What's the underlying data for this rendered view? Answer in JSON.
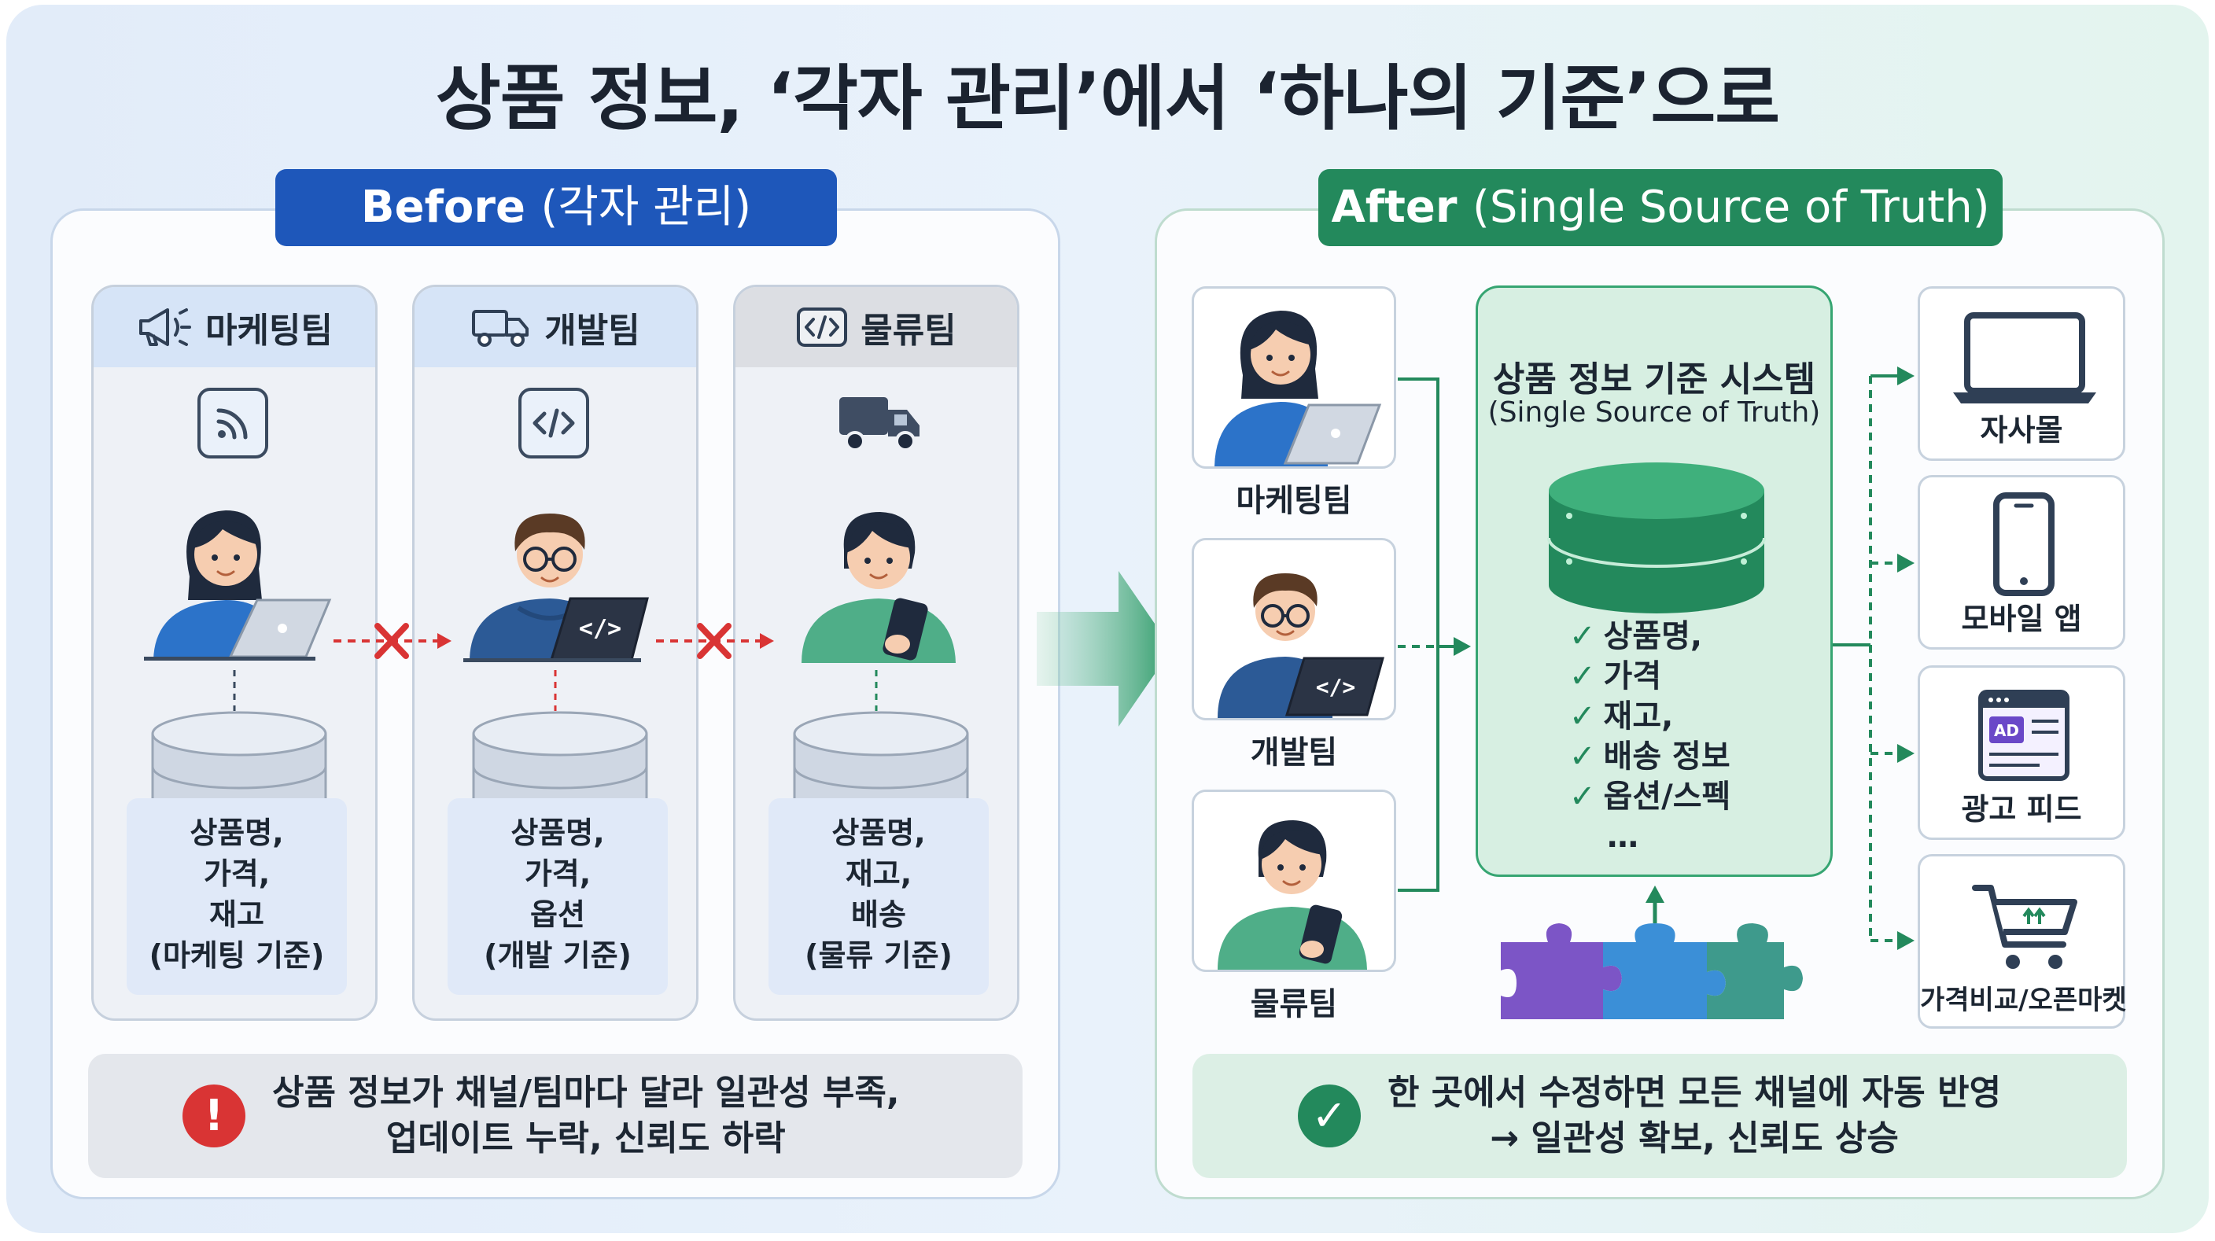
{
  "title": "상품 정보, ‘각자 관리’에서 ‘하나의 기준’으로",
  "before": {
    "pill_label": "Before",
    "pill_paren": "(각자 관리)",
    "teams": [
      {
        "name": "마케팅팀",
        "info": [
          "상품명,",
          "가격,",
          "재고",
          "(마케팅 기준)"
        ]
      },
      {
        "name": "개발팀",
        "info": [
          "상품명,",
          "가격,",
          "옵션",
          "(개발 기준)"
        ]
      },
      {
        "name": "물류팀",
        "info": [
          "상품명,",
          "재고,",
          "배송",
          "(물류 기준)"
        ]
      }
    ],
    "bottom": [
      "상품 정보가 채널/팀마다 달라 일관성 부족,",
      "업데이트 누락, 신뢰도 하락"
    ]
  },
  "after": {
    "pill_label": "After",
    "pill_paren": "(Single Source of Truth)",
    "teams": [
      "마케팅팀",
      "개발팀",
      "물류팀"
    ],
    "system_title": "상품 정보 기준 시스템",
    "system_subtitle": "(Single Source of Truth)",
    "system_items": [
      "상품명,",
      "가격",
      "재고,",
      "배송 정보",
      "옵션/스펙"
    ],
    "system_more": "…",
    "checkmark": "✓",
    "channels": [
      "자사몰",
      "모바일 앱",
      "광고 피드",
      "가격비교/오픈마켓"
    ],
    "ad_badge": "AD",
    "bottom": [
      "한 곳에서 수정하면 모든 채널에 자동 반영",
      "→ 일관성 확보, 신뢰도 상승"
    ]
  },
  "icons": {
    "alert": "!",
    "check": "✓",
    "code": "</>"
  },
  "colors": {
    "before_accent": "#1e57ba",
    "after_accent": "#23895c",
    "error": "#d93434"
  }
}
